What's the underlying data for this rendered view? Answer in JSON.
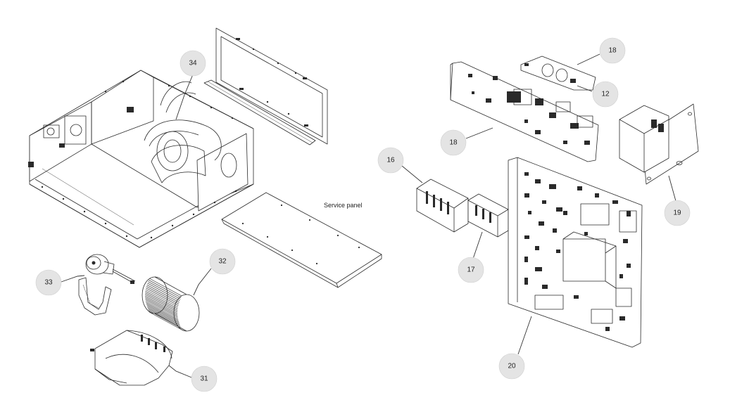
{
  "labels": {
    "service_panel": "Service panel"
  },
  "callouts": [
    "34",
    "33",
    "32",
    "31",
    "18",
    "12",
    "18",
    "19",
    "16",
    "17",
    "20"
  ]
}
